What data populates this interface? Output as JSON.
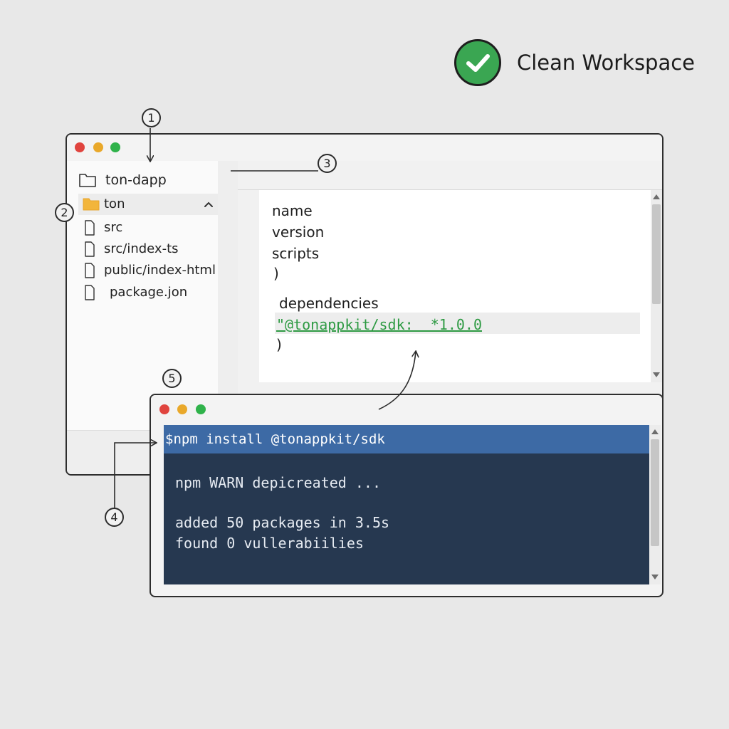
{
  "status_badge": {
    "label": "Clean Workspace",
    "icon": "check-icon",
    "color": "#3aa652"
  },
  "callouts": [
    "1",
    "2",
    "3",
    "4",
    "5"
  ],
  "file_tree": {
    "root": "ton-dapp",
    "selected_folder": "ton",
    "files": [
      "src",
      "src/index-ts",
      "public/index-html",
      "package.jon"
    ]
  },
  "package_json": {
    "keys": [
      "name",
      "version",
      "scripts"
    ],
    "close1": ")",
    "deps_key": "dependencies",
    "dep_entry": "\"@tonappkit/sdk:  *1.0.0",
    "close2": ")"
  },
  "terminal": {
    "command": "$npm install @tonappkit/sdk",
    "warn": "npm WARN depicreated ...",
    "added": "added 50 packages in 3.5s",
    "found": "found 0 vullerabiilies"
  },
  "colors": {
    "terminal_bg": "#263850",
    "command_bar": "#3d6aa5",
    "dependency_text": "#2e9a43"
  }
}
